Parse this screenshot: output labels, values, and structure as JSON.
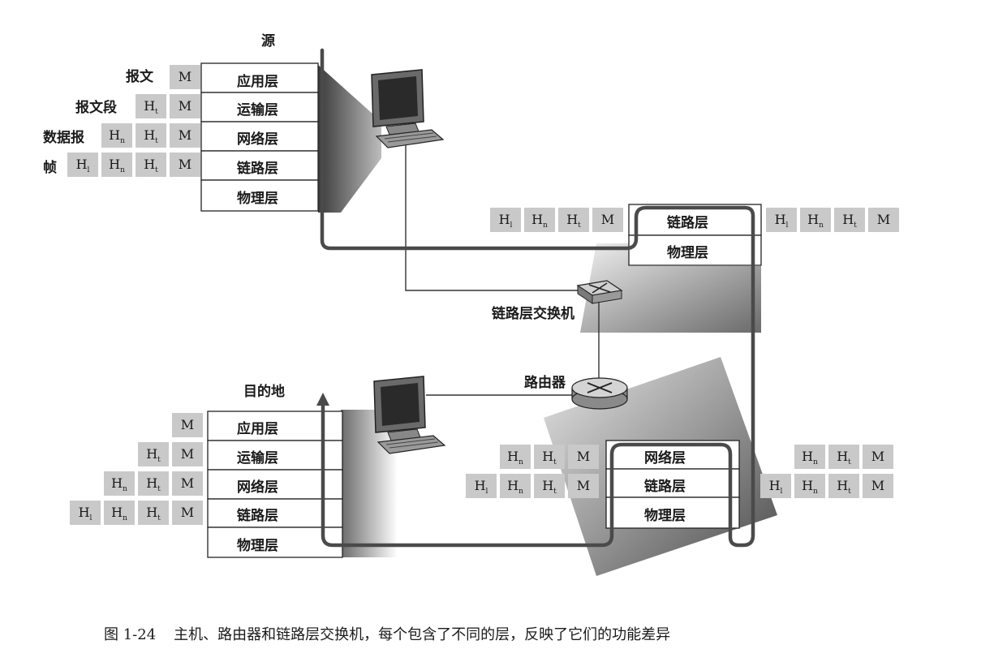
{
  "labels": {
    "source": "源",
    "destination": "目的地",
    "switch": "链路层交换机",
    "router": "路由器"
  },
  "pdu_names": {
    "message": "报文",
    "segment": "报文段",
    "datagram": "数据报",
    "frame": "帧"
  },
  "host_layers": [
    "应用层",
    "运输层",
    "网络层",
    "链路层",
    "物理层"
  ],
  "switch_layers": [
    "链路层",
    "物理层"
  ],
  "router_layers": [
    "网络层",
    "链路层",
    "物理层"
  ],
  "headers": {
    "M": "M",
    "Ht": "H",
    "Ht_sub": "t",
    "Hn": "H",
    "Hn_sub": "n",
    "Hl": "H",
    "Hl_sub": "l"
  },
  "caption": {
    "number": "图 1-24",
    "text": "主机、路由器和链路层交换机，每个包含了不同的层，反映了它们的功能差异"
  },
  "colors": {
    "header_fill": "#c9c9c9",
    "path": "#4a4a4a",
    "shadow": "#555555"
  }
}
